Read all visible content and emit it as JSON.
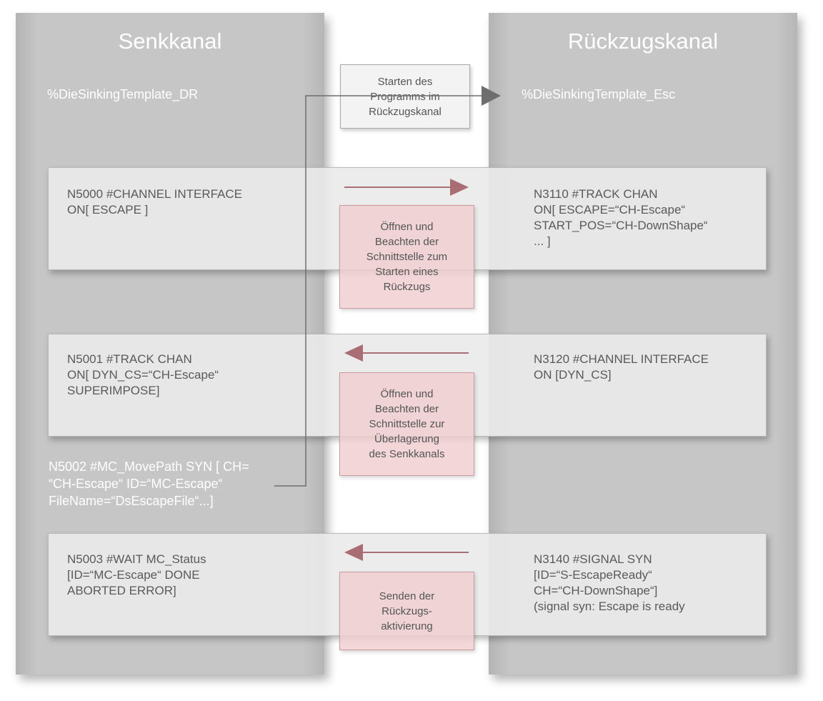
{
  "lanes": {
    "left": {
      "title": "Senkkanal",
      "program": "%DieSinkingTemplate_DR"
    },
    "right": {
      "title": "Rückzugskanal",
      "program": "%DieSinkingTemplate_Esc"
    }
  },
  "start_box": {
    "text": "Starten des\nProgramms im\nRückzugskanal"
  },
  "rows": [
    {
      "left": "N5000 #CHANNEL INTERFACE\nON[ ESCAPE ]",
      "right": "N3110 #TRACK CHAN\nON[ ESCAPE=“CH-Escape“\nSTART_POS=“CH-DownShape“\n... ]",
      "note": "Öffnen und\nBeachten der\nSchnittstelle zum\nStarten eines\nRückzugs",
      "direction": "left-to-right"
    },
    {
      "left": "N5001 #TRACK CHAN\nON[ DYN_CS=“CH-Escape“\nSUPERIMPOSE]",
      "right": "N3120 #CHANNEL INTERFACE\nON [DYN_CS]",
      "note": "Öffnen und\nBeachten der\nSchnittstelle zur\nÜberlagerung\ndes Senkkanals",
      "direction": "right-to-left"
    },
    {
      "left": "N5003 #WAIT MC_Status\n[ID=“MC-Escape“ DONE\nABORTED ERROR]",
      "right": "N3140 #SIGNAL SYN\n[ID=“S-EscapeReady“\nCH=“CH-DownShape“]\n(signal syn: Escape is ready",
      "note": "Senden der\nRückzugs-\naktivierung",
      "direction": "right-to-left"
    }
  ],
  "movepath": {
    "text": "N5002 #MC_MovePath SYN [ CH=\n“CH-Escape“ ID=“MC-Escape“\nFileName=“DsEscapeFile“...]"
  },
  "colors": {
    "lane": "#c6c6c6",
    "band": "#eaeaea",
    "note": "#f0cdd0",
    "arrow_red": "#a86e73",
    "connector": "#6e6e6e"
  }
}
